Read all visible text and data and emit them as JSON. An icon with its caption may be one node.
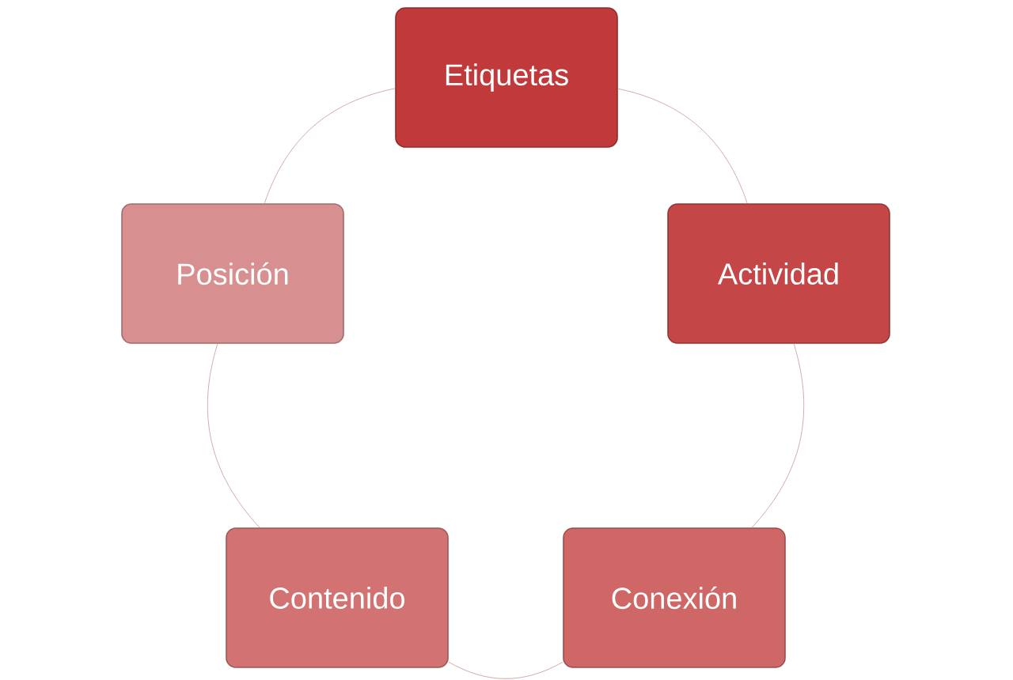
{
  "diagram": {
    "nodes": [
      {
        "text": [
          "Etiquetas"
        ]
      },
      {
        "text": [
          "Actividad"
        ]
      },
      {
        "text": [
          "Conexión"
        ]
      },
      {
        "text": [
          "Contenido"
        ]
      },
      {
        "text": [
          "Posición"
        ]
      }
    ],
    "edges": [
      {
        "from": 0,
        "to": 1,
        "arrow": "none"
      },
      {
        "from": 1,
        "to": 2,
        "arrow": "none"
      },
      {
        "from": 2,
        "to": 3,
        "arrow": "none"
      },
      {
        "from": 3,
        "to": 4,
        "arrow": "none"
      },
      {
        "from": 4,
        "to": 0,
        "arrow": "none"
      }
    ]
  }
}
